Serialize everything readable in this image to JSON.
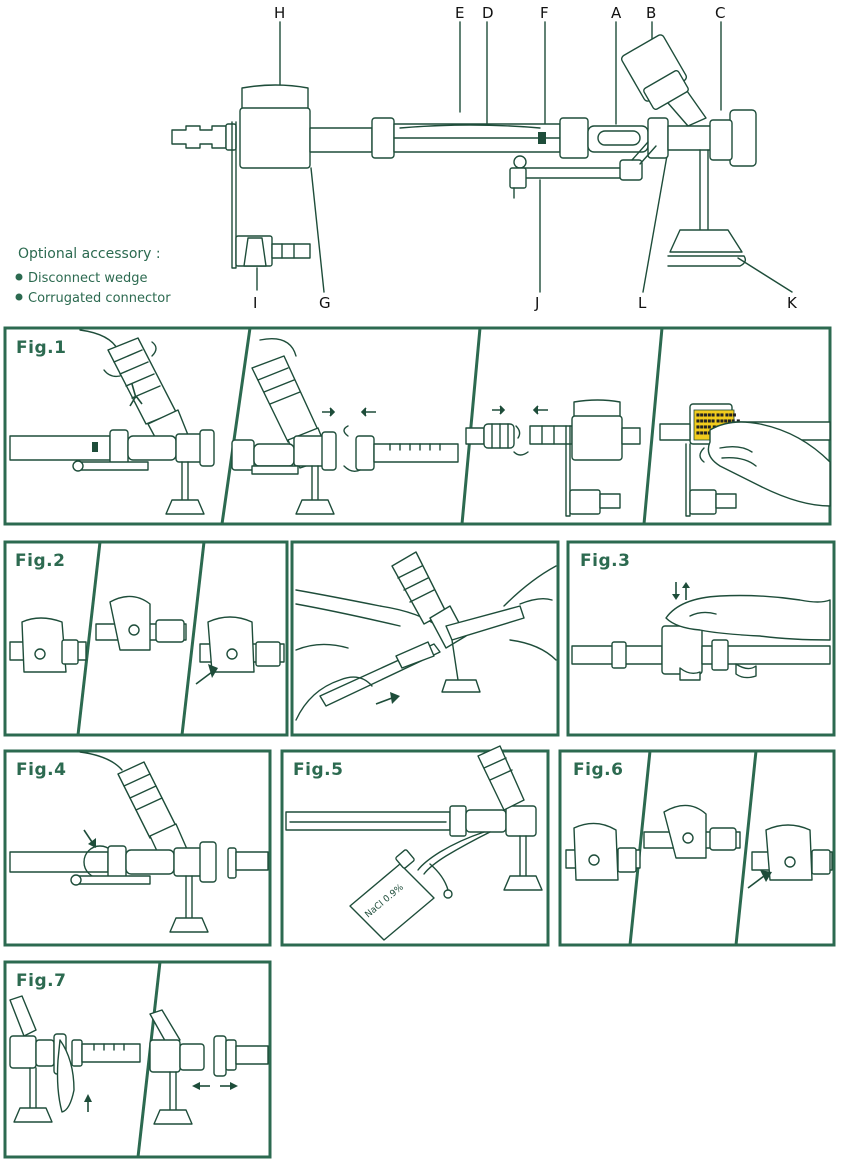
{
  "part_labels": {
    "H": "H",
    "E": "E",
    "D": "D",
    "F": "F",
    "A": "A",
    "B": "B",
    "C": "C",
    "I": "I",
    "G": "G",
    "J": "J",
    "L": "L",
    "K": "K"
  },
  "accessory": {
    "title": "Optional accessory :",
    "items": [
      "Disconnect wedge",
      "Corrugated connector"
    ]
  },
  "figures": {
    "fig1": "Fig.1",
    "fig2": "Fig.2",
    "fig3": "Fig.3",
    "fig4": "Fig.4",
    "fig5": "Fig.5",
    "fig6": "Fig.6",
    "fig7": "Fig.7"
  },
  "fig5_bottle_label": "NaCl 0.9%",
  "colors": {
    "frame": "#2c6a50",
    "line": "#1e4d3a",
    "warning_label": "#f2cc1d"
  }
}
